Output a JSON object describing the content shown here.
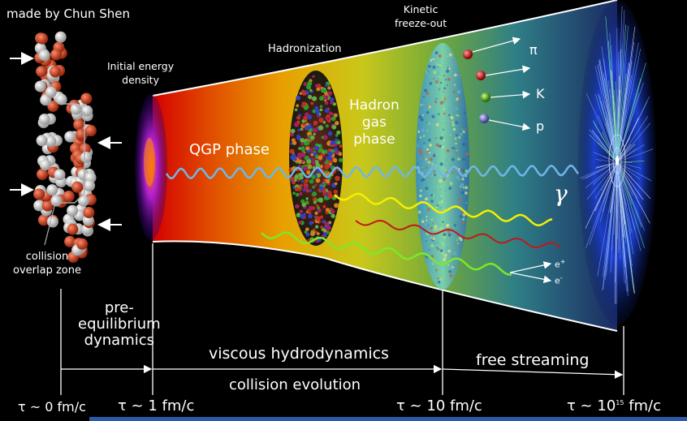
{
  "author": "made by Chun Shen",
  "stages": {
    "initial_energy_line1": "Initial energy",
    "initial_energy_line2": "density",
    "hadronization": "Hadronization",
    "kinetic_line1": "Kinetic",
    "kinetic_line2": "freeze-out",
    "qgp_phase": "QGP phase",
    "hadron_gas_line1": "Hadron",
    "hadron_gas_line2": "gas",
    "hadron_gas_line3": "phase"
  },
  "particles": {
    "pion": "π",
    "kaon": "K",
    "proton": "p",
    "photon": "γ",
    "electron_base": "e",
    "positron_sign": "+",
    "electron_sign": "-"
  },
  "collision": {
    "overlap_line1": "collision",
    "overlap_line2": "overlap zone"
  },
  "timeline": {
    "pre_eq_line1": "pre-",
    "pre_eq_line2": "equilibrium",
    "pre_eq_line3": "dynamics",
    "viscous": "viscous hydrodynamics",
    "free_streaming": "free streaming",
    "collision_evolution": "collision evolution",
    "tau_0": "τ ~ 0 fm/c",
    "tau_1": "τ ~ 1 fm/c",
    "tau_10": "τ ~ 10 fm/c",
    "tau_15_prefix": "τ ~ 10",
    "tau_15_exp": "15",
    "tau_15_suffix": " fm/c"
  },
  "colors": {
    "photon_wave": "#6fb6e8",
    "yellow_wave": "#f3f000",
    "red_wave": "#c01818",
    "green_wave": "#7de82a"
  }
}
